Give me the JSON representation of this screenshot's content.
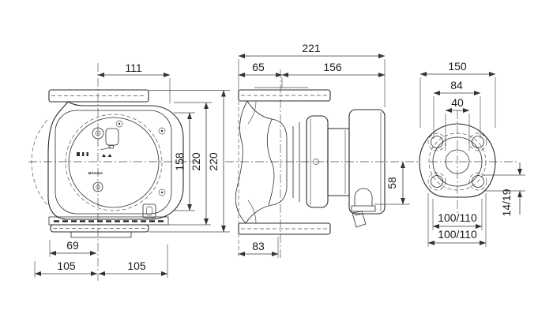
{
  "meta": {
    "background": "#ffffff",
    "line_color": "#2b2b2b",
    "text_color": "#1c1c1c",
    "drawing_type": "pump dimensional drawing, 3 orthographic views"
  },
  "drawing": {
    "brand": "MAGNA",
    "views": {
      "front": {
        "title": "front-view",
        "icons": [
          "status-bars-icon",
          "display-window",
          "flow-arrow-icon",
          "button-triangles-icon",
          "vent-screw",
          "fixing-screws"
        ],
        "dims": {
          "top_width": "111",
          "height_inner": "158",
          "height_mid": "220",
          "height_outer": "220",
          "base_offset": "69",
          "base_left": "105",
          "base_right": "105"
        }
      },
      "side": {
        "title": "side-view",
        "dims": {
          "total_length": "221",
          "flange_to_axis": "65",
          "axis_to_back": "156",
          "foot_length": "83",
          "axis_to_bottom": "58"
        }
      },
      "flange": {
        "title": "flange-view",
        "dims": {
          "outer_width": "150",
          "raised_face": "84",
          "bore": "40",
          "bolt_circle_inner": "100/110",
          "bolt_circle_outer": "100/110",
          "bolt_holes": "14/19"
        }
      }
    }
  }
}
